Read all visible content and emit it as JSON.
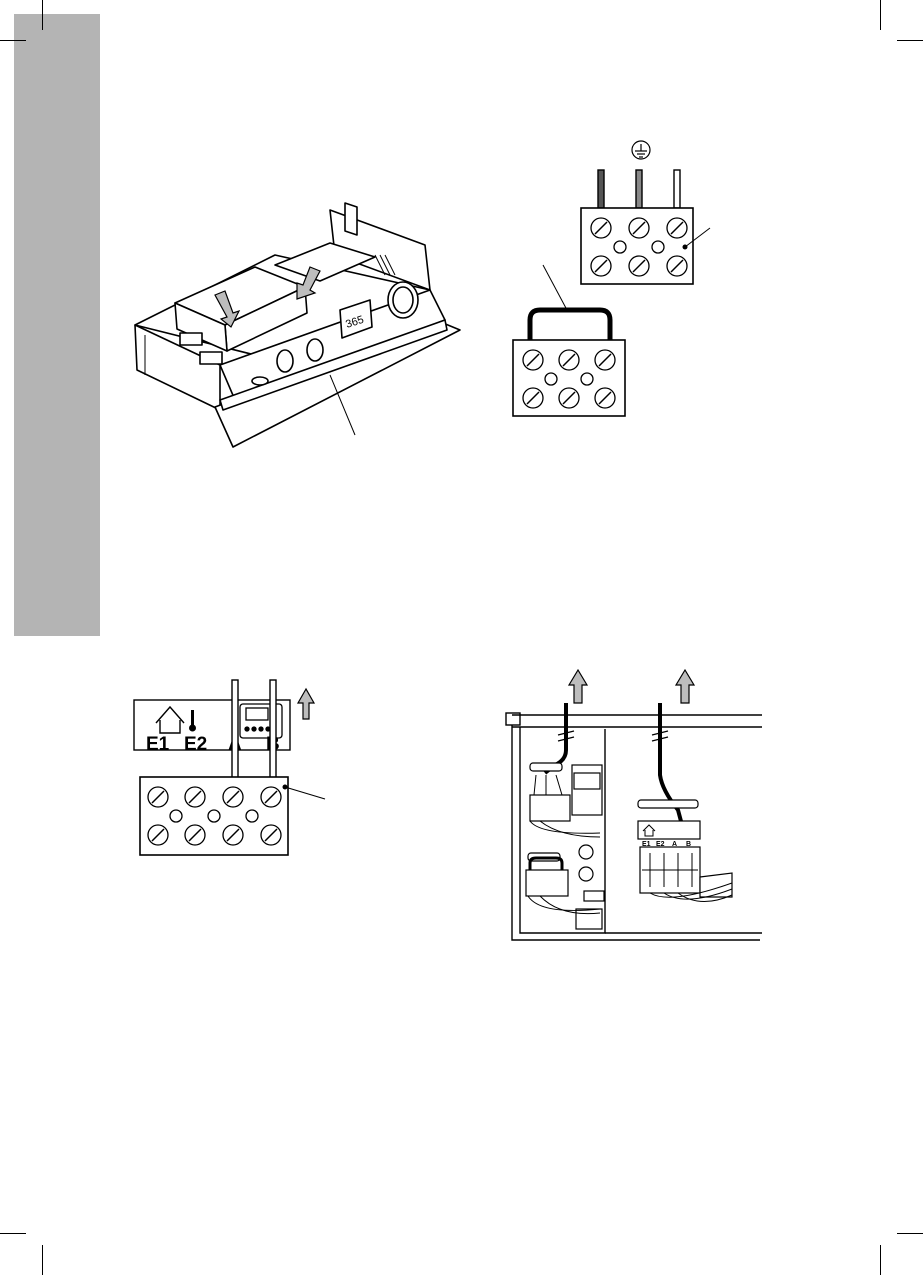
{
  "figure_boiler": {
    "display_text": "365"
  },
  "figure_terminal_block": {
    "labels": [
      "E1",
      "E2",
      "A",
      "B"
    ]
  },
  "figure_wiring": {
    "mini_labels": [
      "E1",
      "E2",
      "A",
      "B"
    ]
  },
  "colors": {
    "sidebar": "#b4b4b4",
    "ink": "#000000",
    "arrow_fill": "#bdbdbd"
  }
}
